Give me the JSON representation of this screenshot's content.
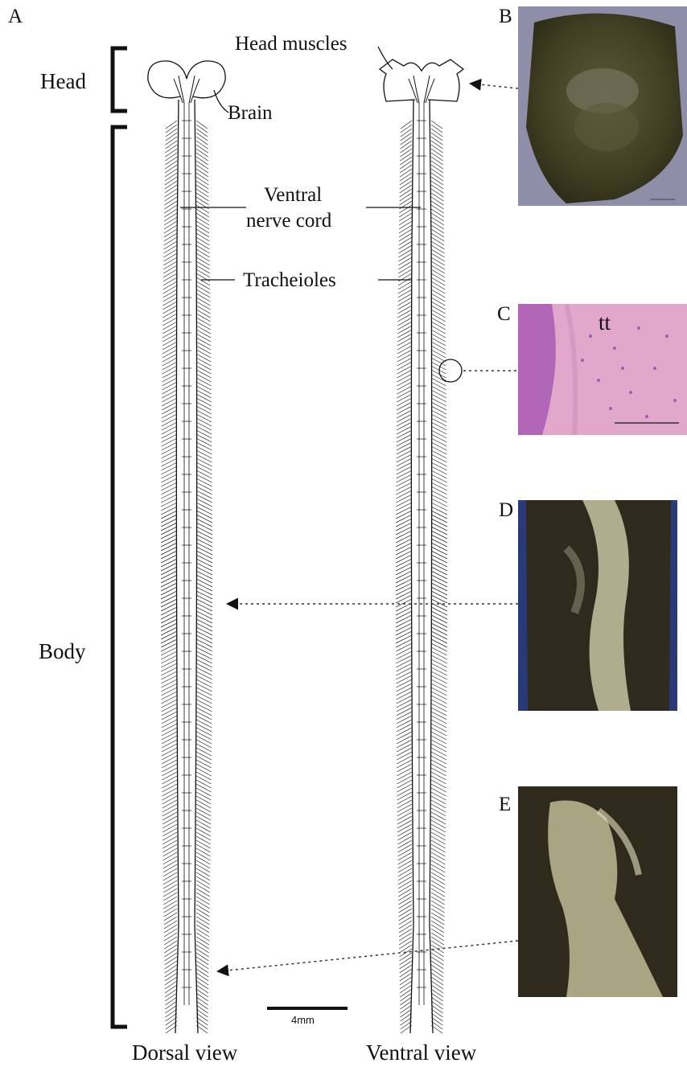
{
  "panel_letters": {
    "a": "A",
    "b": "B",
    "c": "C",
    "d": "D",
    "e": "E"
  },
  "labels": {
    "head": "Head",
    "body": "Body",
    "head_muscles": "Head muscles",
    "brain": "Brain",
    "ventral_nerve_cord_line1": "Ventral",
    "ventral_nerve_cord_line2": "nerve cord",
    "tracheioles": "Tracheioles",
    "dorsal_view": "Dorsal view",
    "ventral_view": "Ventral view",
    "tt": "tt"
  },
  "scale_bar": {
    "label": "4mm"
  },
  "colors": {
    "photo_b": "#3f3e22",
    "photo_b_bg": "#8f8ea8",
    "photo_c": "#e2a8cc",
    "photo_c_cells": "#8a3aa0",
    "photo_d": "#2e2a1e",
    "photo_d_bg": "#2a3a78",
    "photo_d_center": "#c7c4a2",
    "photo_e": "#2f2a1c",
    "photo_e_center": "#d3cfa6"
  }
}
